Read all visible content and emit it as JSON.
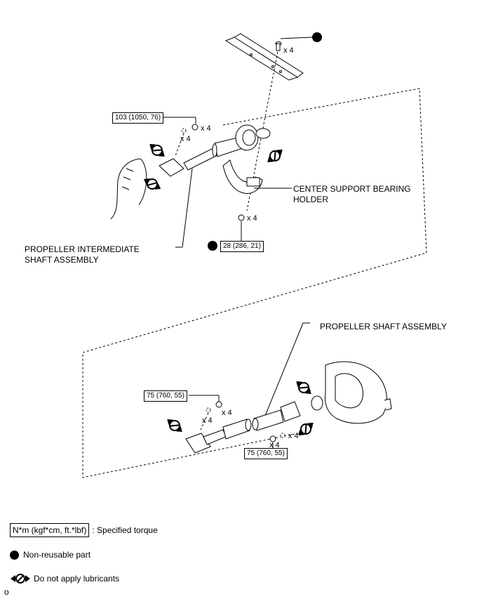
{
  "upper_diagram": {
    "quantities": [
      "x 4",
      "x 4",
      "x 4",
      "x 4"
    ],
    "torques": [
      "103 (1050, 76)",
      "28 (286, 21)"
    ],
    "labels": {
      "propeller_intermediate": "PROPELLER INTERMEDIATE\nSHAFT ASSEMBLY",
      "center_support": "CENTER SUPPORT BEARING\nHOLDER"
    }
  },
  "lower_diagram": {
    "quantities": [
      "x 4",
      "x 4",
      "x 4",
      "x 4"
    ],
    "torques": [
      "75 (760, 55)",
      "75 (760, 55)"
    ],
    "labels": {
      "propeller_shaft": "PROPELLER SHAFT ASSEMBLY"
    }
  },
  "legend": {
    "torque_box": "N*m (kgf*cm, ft.*lbf)",
    "torque_text": ": Specified torque",
    "nonreusable_text": "Non-reusable part",
    "nolube_text": "Do not apply lubricants"
  },
  "footer_mark": "o"
}
